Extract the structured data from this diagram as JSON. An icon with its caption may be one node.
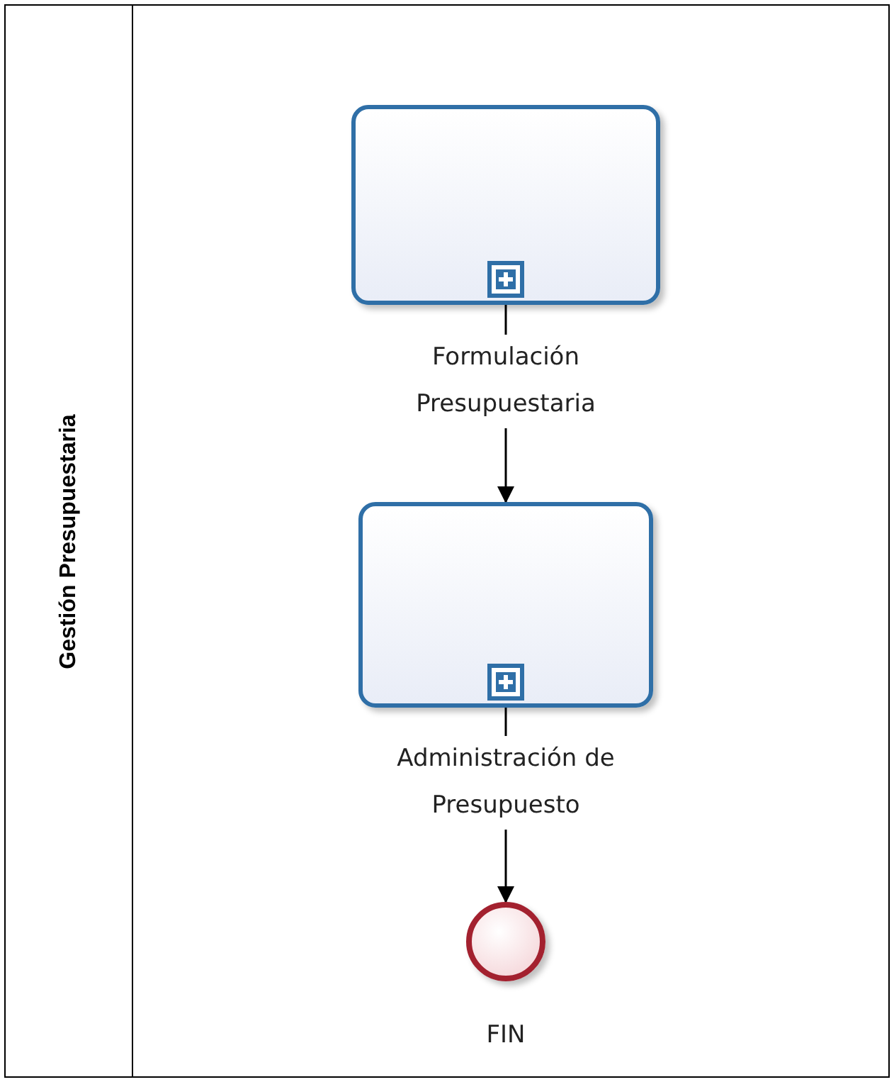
{
  "diagram": {
    "nodes": [
      {
        "text": [
          "Gestión Presupuestaria"
        ]
      },
      {
        "text": [
          "Formulación Presupuestaria"
        ],
        "in": 0
      },
      {
        "text": [
          "Administración de Presupuesto"
        ],
        "in": 0
      },
      {
        "text": [
          "FIN"
        ],
        "in": 0
      }
    ],
    "edges": [
      {
        "from": 1,
        "to": 2,
        "arrow": "to"
      },
      {
        "from": 2,
        "to": 3,
        "arrow": "to"
      }
    ]
  }
}
